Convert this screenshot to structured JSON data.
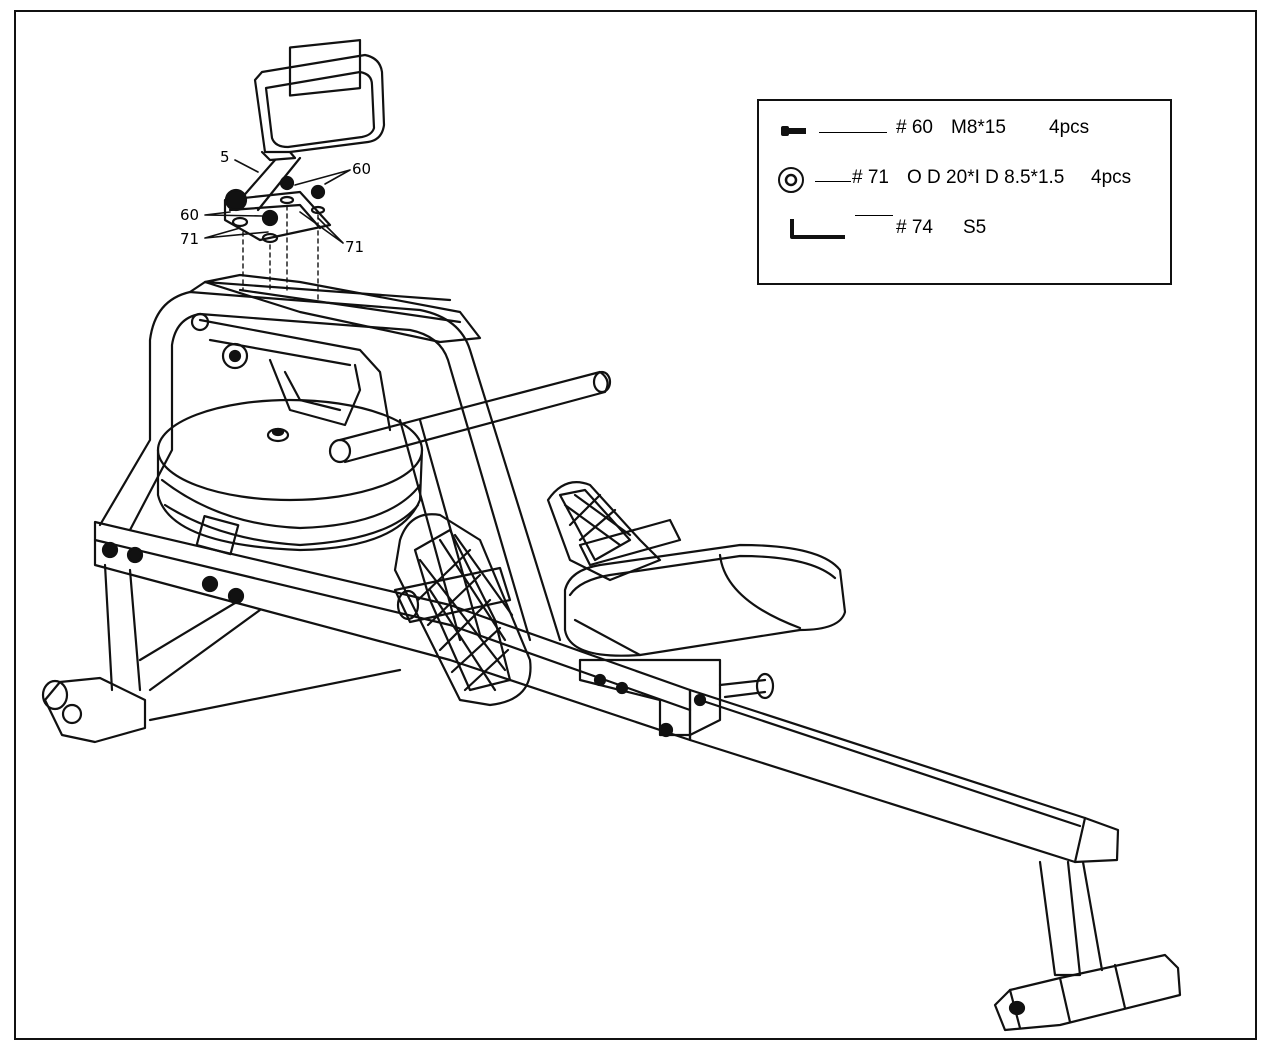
{
  "legend": {
    "items": [
      {
        "part": "# 60",
        "spec": "M8*15",
        "qty": "4pcs",
        "icon": "bolt-icon"
      },
      {
        "part": "# 71",
        "spec": "O D 20*I D 8.5*1.5",
        "qty": "4pcs",
        "icon": "washer-icon"
      },
      {
        "part": "# 74",
        "spec": "S5",
        "qty": "",
        "icon": "allen-key-icon"
      }
    ]
  },
  "callouts": {
    "console": "5",
    "bolt_right": "60",
    "bolt_left": "60",
    "washer_left": "71",
    "washer_right": "71"
  }
}
